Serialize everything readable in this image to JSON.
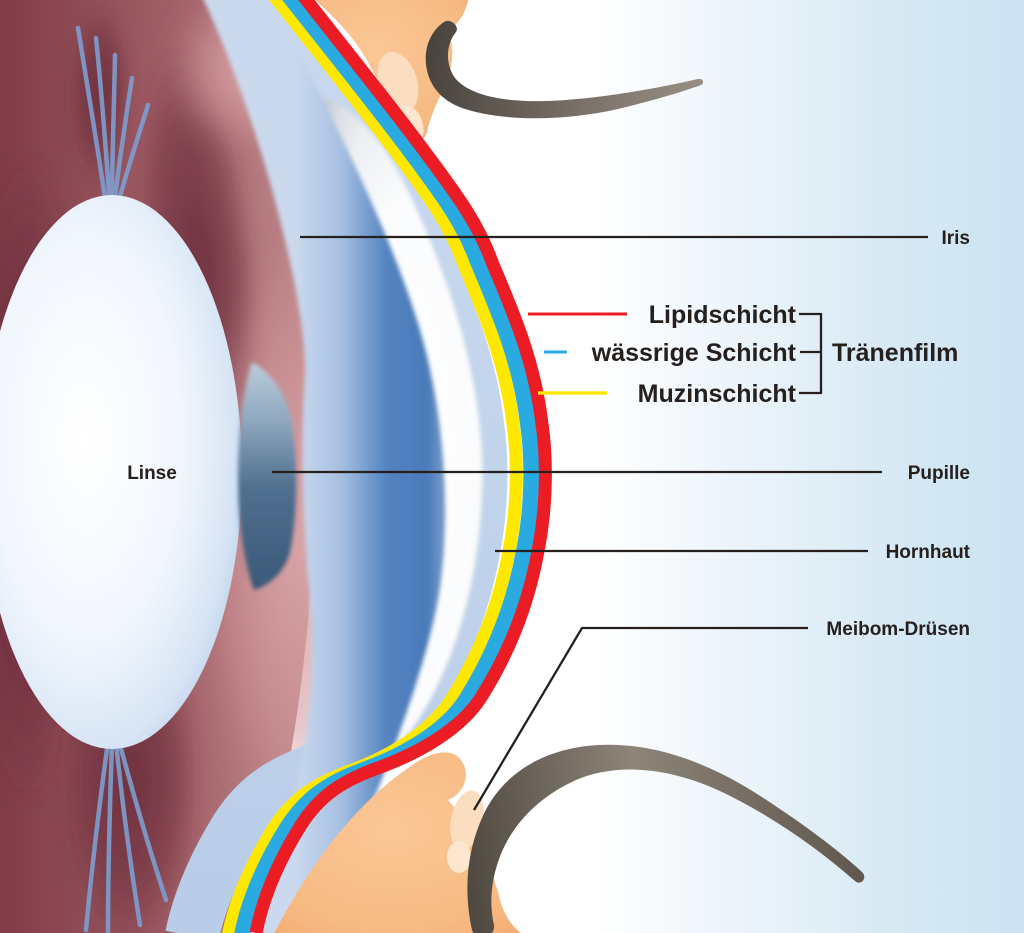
{
  "labels": {
    "iris": "Iris",
    "lipid": "Lipidschicht",
    "aqueous": "wässrige Schicht",
    "mucin": "Muzinschicht",
    "tearfilm": "Tränenfilm",
    "pupil": "Pupille",
    "cornea": "Hornhaut",
    "meibomian": "Meibom-Drüsen",
    "lens": "Linse"
  },
  "colors": {
    "lipid_red": "#EC1C24",
    "aqueous_cyan": "#29ABE2",
    "mucin_yellow": "#FFE800",
    "text": "#25201D",
    "leader": "#25201D",
    "skin": "#F7BC85",
    "iris_blue": "#4377B5",
    "background_blue": "#CBE2F1"
  }
}
